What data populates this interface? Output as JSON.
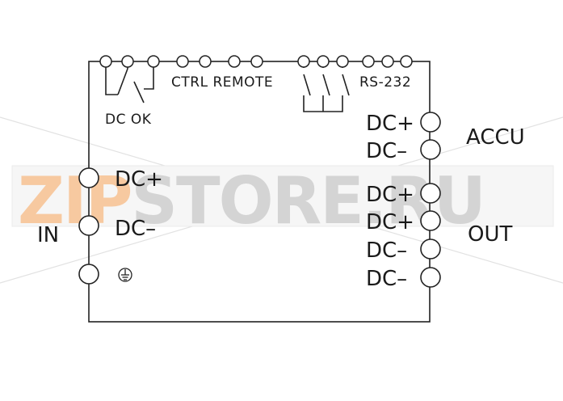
{
  "watermark": {
    "brand_a": "ZIP",
    "brand_b": "STORE.RU",
    "color_a": "#f7c9a0",
    "color_b": "#d4d4d4"
  },
  "labels": {
    "dc_ok": "DC OK",
    "ctrl_remote": "CTRL REMOTE",
    "rs232": "RS-232",
    "in_dc_plus": "DC+",
    "in_dc_minus": "DC–",
    "in": "IN",
    "ground_symbol": "earth-ground",
    "accu_dc_plus": "DC+",
    "accu_dc_minus": "DC–",
    "accu": "ACCU",
    "out_dc_plus_1": "DC+",
    "out_dc_plus_2": "DC+",
    "out_dc_minus_1": "DC–",
    "out_dc_minus_2": "DC–",
    "out": "OUT"
  }
}
